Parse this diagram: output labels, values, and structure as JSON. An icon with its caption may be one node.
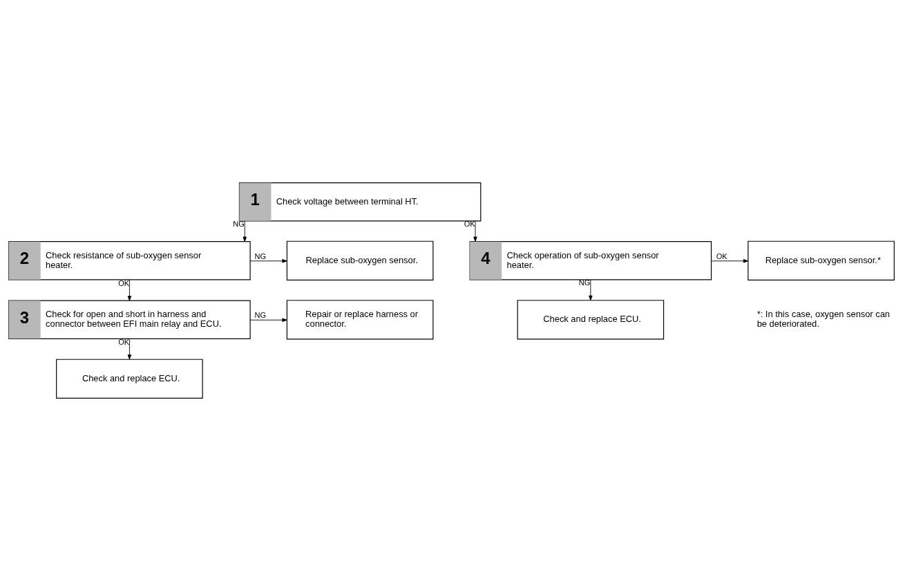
{
  "diagram": {
    "nodes": [
      {
        "text": [
          "1",
          "Check voltage between terminal HT."
        ]
      },
      {
        "text": [
          "2",
          "Check resistance of sub-oxygen sensor heater."
        ]
      },
      {
        "text": [
          "Replace sub-oxygen sensor."
        ]
      },
      {
        "text": [
          "3",
          "Check for open and short in harness and connector between EFI main relay and ECU."
        ]
      },
      {
        "text": [
          "Repair or replace harness or connector."
        ]
      },
      {
        "text": [
          "Check and replace ECU."
        ]
      },
      {
        "text": [
          "4",
          "Check operation of sub-oxygen sensor heater."
        ]
      },
      {
        "text": [
          "Replace sub-oxygen sensor.*"
        ]
      },
      {
        "text": [
          "Check and replace ECU."
        ]
      }
    ],
    "edges": [
      {
        "from": 0,
        "to": 1,
        "arrow": "to",
        "label": "NG"
      },
      {
        "from": 0,
        "to": 6,
        "arrow": "to",
        "label": "OK"
      },
      {
        "from": 1,
        "to": 2,
        "arrow": "to",
        "label": "NG"
      },
      {
        "from": 1,
        "to": 3,
        "arrow": "to",
        "label": "OK"
      },
      {
        "from": 3,
        "to": 4,
        "arrow": "to",
        "label": "NG"
      },
      {
        "from": 3,
        "to": 5,
        "arrow": "to",
        "label": "OK"
      },
      {
        "from": 6,
        "to": 7,
        "arrow": "to",
        "label": "OK"
      },
      {
        "from": 6,
        "to": 8,
        "arrow": "to",
        "label": "NG"
      }
    ],
    "labels": [
      "*: In this case, oxygen sensor can be deteriorated."
    ]
  }
}
